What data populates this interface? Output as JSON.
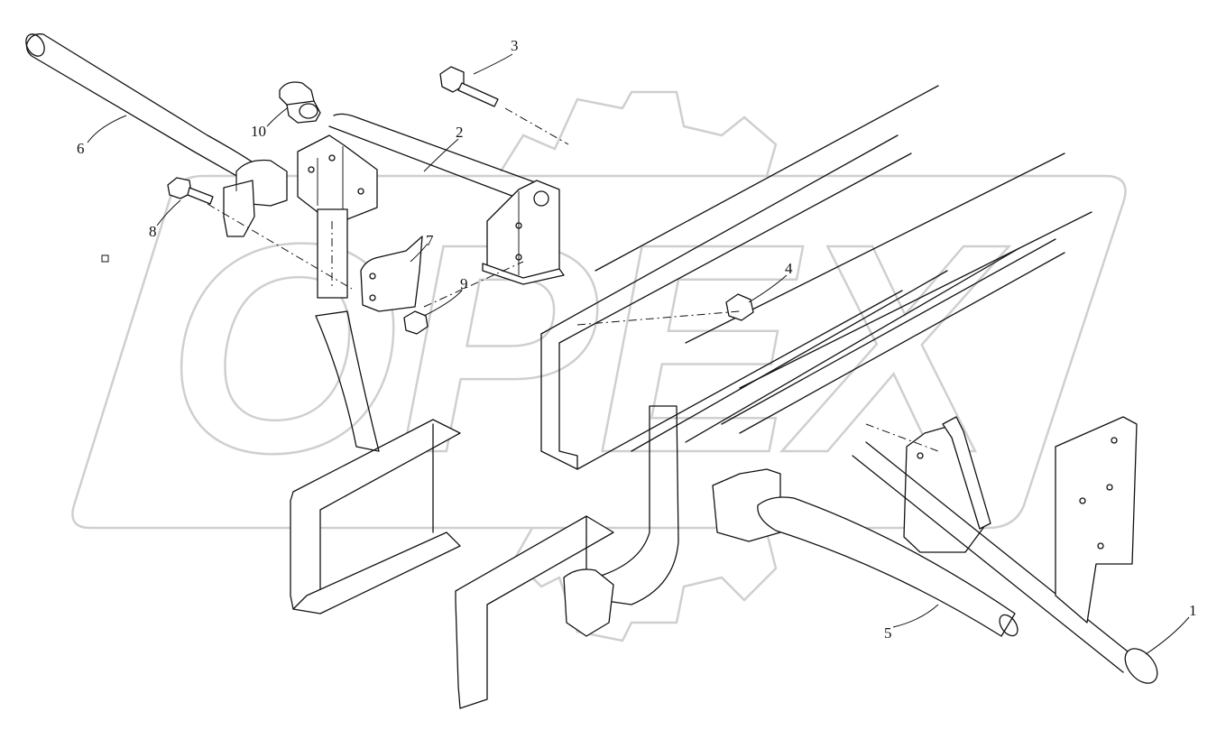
{
  "diagram": {
    "callouts": [
      {
        "id": "1",
        "label": "1"
      },
      {
        "id": "2",
        "label": "2"
      },
      {
        "id": "3",
        "label": "3"
      },
      {
        "id": "4",
        "label": "4"
      },
      {
        "id": "5",
        "label": "5"
      },
      {
        "id": "6",
        "label": "6"
      },
      {
        "id": "7",
        "label": "7"
      },
      {
        "id": "8",
        "label": "8"
      },
      {
        "id": "9",
        "label": "9"
      },
      {
        "id": "10",
        "label": "10"
      }
    ],
    "watermark_text": "OPEX"
  }
}
